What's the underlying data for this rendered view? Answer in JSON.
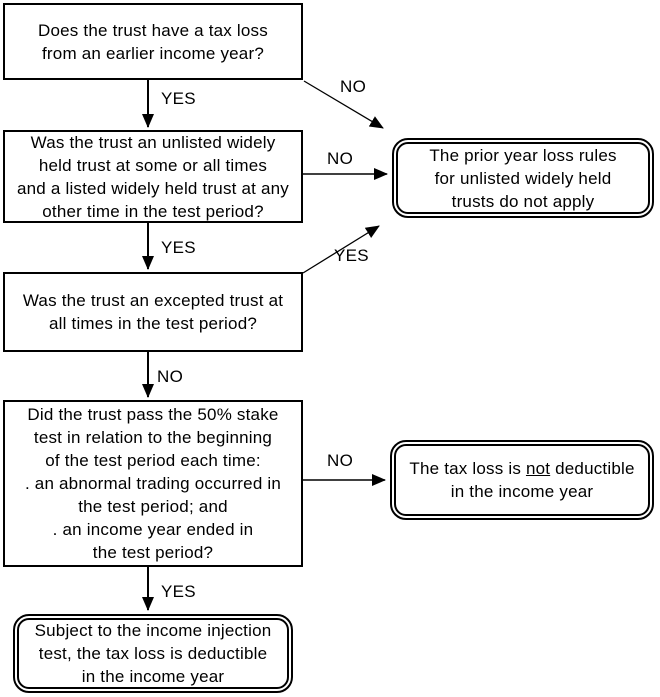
{
  "diagram": {
    "background_color": "#ffffff",
    "line_color": "#000000",
    "text_color": "#000000",
    "nodes": {
      "q1": {
        "text": "Does the trust have a tax loss\nfrom an earlier income year?"
      },
      "q2": {
        "text": "Was the trust an unlisted widely\nheld trust at some or all times\nand a listed widely held trust at any\nother time in the test period?"
      },
      "q3": {
        "text": "Was the trust an excepted trust at\nall times in the test period?"
      },
      "q4": {
        "text": "Did the trust pass the 50% stake\ntest in relation to the beginning\nof the test period each time:\n. an abnormal trading occurred in\nthe test period; and\n. an income year ended in\nthe test period?"
      },
      "outcome_rules_not_apply": {
        "text": "The prior year loss rules\nfor unlisted widely held\ntrusts do not apply"
      },
      "outcome_not_deductible": {
        "line1_prefix": "The tax loss is ",
        "line1_underlined": "not",
        "line1_suffix": " deductible",
        "line2": "in the income year"
      },
      "outcome_deductible": {
        "text": "Subject to the income injection\ntest, the tax loss is deductible\nin the income year"
      }
    },
    "edge_labels": {
      "q1_yes": "YES",
      "q1_no": "NO",
      "q2_yes": "YES",
      "q2_no": "NO",
      "q3_yes": "YES",
      "q3_no": "NO",
      "q4_yes": "YES",
      "q4_no": "NO"
    }
  }
}
